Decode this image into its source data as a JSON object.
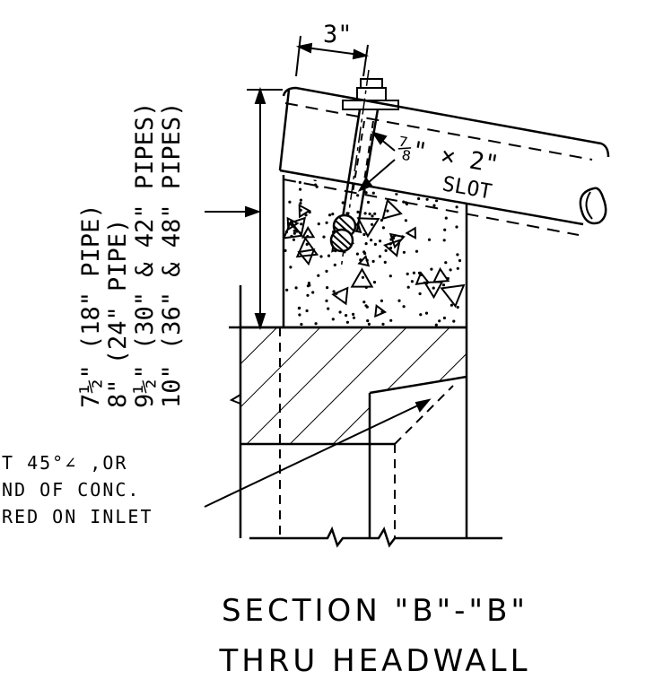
{
  "dimensions": {
    "bolt_spacing": "3\"",
    "slot": "⅞\" × 2\"",
    "slot_label": "SLOT",
    "height_lines": [
      "7½\" (18\" PIPE)",
      "8\" (24\" PIPE)",
      "9½\" (30\" & 42\" PIPES)",
      "10\" (36\" & 48\" PIPES)"
    ]
  },
  "note_lines": [
    "T 45°∠ ,OR",
    "ND OF CONC.",
    "RED ON INLET"
  ],
  "title": {
    "line1": "SECTION \"B\"-\"B\"",
    "line2": "THRU HEADWALL"
  },
  "colors": {
    "ink": "#000000",
    "background": "#ffffff"
  }
}
